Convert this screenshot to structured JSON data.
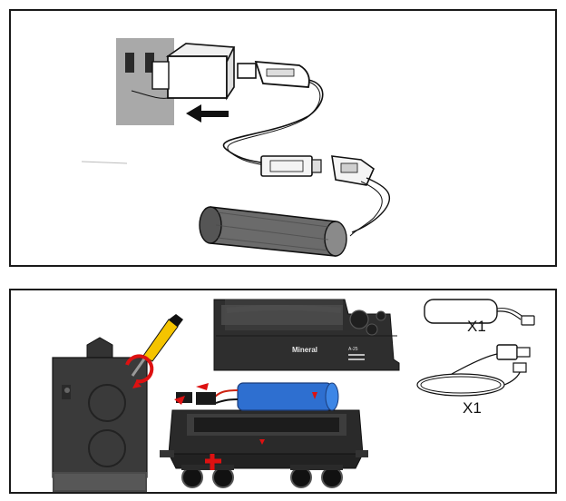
{
  "instructions": {
    "charging_panel": {
      "items": [
        "wall-outlet",
        "usb-adapter",
        "usb-cable",
        "connector-plug",
        "battery-pack"
      ]
    },
    "contents_panel": {
      "parts": [
        {
          "name": "battery-pack",
          "quantity": "X1"
        },
        {
          "name": "usb-charging-cable",
          "quantity": "X1"
        }
      ],
      "tender_label": "Mineral",
      "tender_number": "A-25"
    }
  }
}
